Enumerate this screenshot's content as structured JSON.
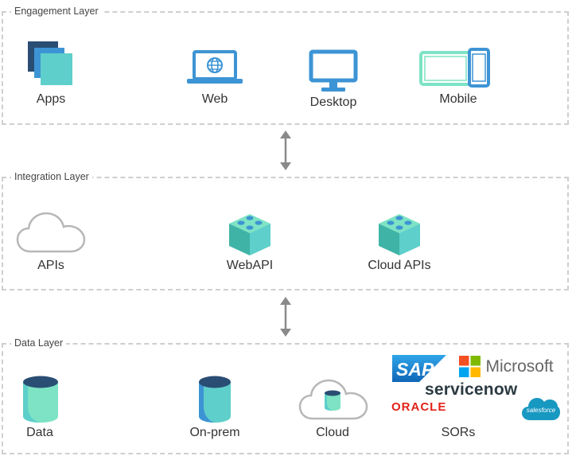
{
  "layers": {
    "engagement": {
      "title": "Engagement Layer",
      "items": [
        "Apps",
        "Web",
        "Desktop",
        "Mobile"
      ]
    },
    "integration": {
      "title": "Integration Layer",
      "items": [
        "APIs",
        "WebAPI",
        "Cloud APIs"
      ]
    },
    "data": {
      "title": "Data Layer",
      "items": [
        "Data",
        "On-prem",
        "Cloud",
        "SORs"
      ]
    }
  },
  "logos": {
    "sap": "SAP",
    "microsoft": "Microsoft",
    "servicenow": "servicenow",
    "oracle": "ORACLE",
    "salesforce": "salesforce"
  },
  "colors": {
    "teal": "#5ecfca",
    "blue": "#3d94d4",
    "navy": "#2a4d73",
    "mint": "#7de3c4",
    "dashed_border": "#cfcfcf",
    "arrow": "#8a8a8a"
  },
  "icons": {
    "apps": "stacked-pages-icon",
    "web": "laptop-globe-icon",
    "desktop": "monitor-icon",
    "mobile": "tablet-phone-icon",
    "apis": "cloud-outline-icon",
    "webapi": "cube-icon",
    "cloud_apis": "cube-icon",
    "data": "database-icon",
    "onprem": "database-icon",
    "cloud": "cloud-database-icon"
  }
}
